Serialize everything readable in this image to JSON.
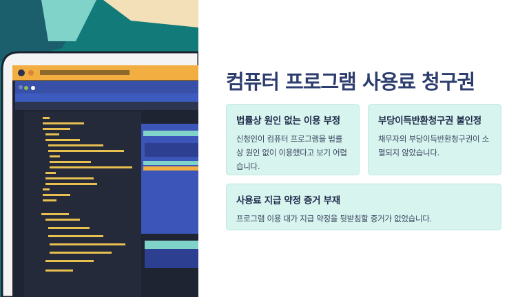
{
  "title": "컴퓨터 프로그램 사용료 청구권",
  "cards": [
    {
      "heading": "법률상 원인 없는 이용 부정",
      "body": "신청인이 컴퓨터 프로그램을 법률상 원인 없이 이용했다고 보기 어렵습니다."
    },
    {
      "heading": "부당이득반환청구권 불인정",
      "body": "채무자의 부당이득반환청구권이 소멸되지 않았습니다."
    },
    {
      "heading": "사용료 지급 약정 증거 부재",
      "body": "프로그램 이용 대가 지급 약정을 뒷받침할 증거가 없었습니다."
    }
  ],
  "colors": {
    "title": "#2d3d6e",
    "card_bg": "#d7f4ee",
    "teal": "#137a7a"
  }
}
